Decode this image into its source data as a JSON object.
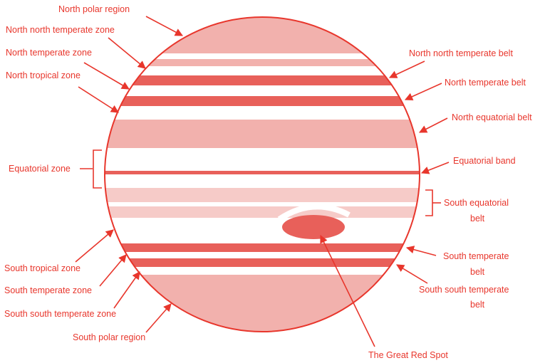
{
  "labels": {
    "north_polar_region": "North polar region",
    "north_north_temperate_zone": "North north temperate zone",
    "north_temperate_zone": "North temperate zone",
    "north_tropical_zone": "North tropical zone",
    "equatorial_zone": "Equatorial zone",
    "south_tropical_zone": "South tropical zone",
    "south_temperate_zone": "South temperate zone",
    "south_south_temperate_zone": "South south temperate zone",
    "south_polar_region": "South polar region",
    "north_north_temperate_belt": "North north temperate belt",
    "north_temperate_belt": "North temperate belt",
    "north_equatorial_belt": "North equatorial belt",
    "equatorial_band": "Equatorial band",
    "south_equatorial_belt_line1": "South equatorial",
    "south_equatorial_belt_line2": "belt",
    "south_temperate_belt_line1": "South temperate",
    "south_temperate_belt_line2": "belt",
    "south_south_temperate_belt_line1": "South south temperate",
    "south_south_temperate_belt_line2": "belt",
    "great_red_spot": "The Great Red Spot"
  },
  "colors": {
    "accent": "#e8362c",
    "pale_band": "#f2b1ad",
    "light_band": "#f6cbc8",
    "dark_belt": "#e8605a",
    "spot": "#e8605a"
  }
}
